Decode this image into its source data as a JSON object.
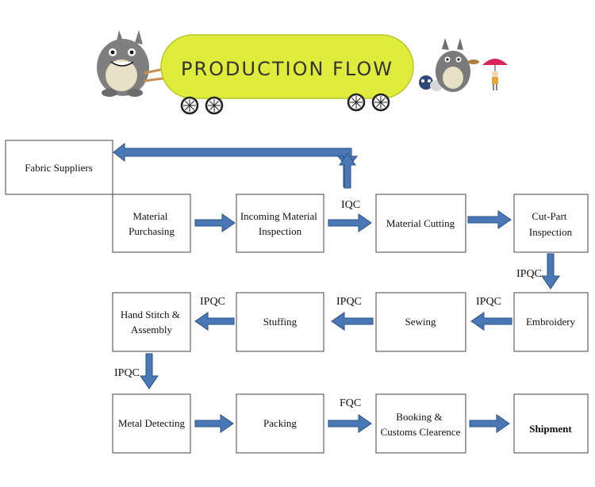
{
  "header": {
    "title": "PRODUCTION FLOW"
  },
  "colors": {
    "banner": "#e0ec3c",
    "arrow_fill": "#4a78b6",
    "arrow_stroke": "#2a5284",
    "box_border": "#444444"
  },
  "flow": {
    "boxes": {
      "fabric": [
        "Fabric Suppliers"
      ],
      "purchasing": [
        "Material",
        "Purchasing"
      ],
      "incoming": [
        "Incoming Material",
        "Inspection"
      ],
      "cutting": [
        "Material Cutting"
      ],
      "cutpart": [
        "Cut-Part",
        "Inspection"
      ],
      "embroidery": [
        "Embroidery"
      ],
      "sewing": [
        "Sewing"
      ],
      "stuffing": [
        "Stuffing"
      ],
      "handstitch": [
        "Hand Stitch &",
        "Assembly"
      ],
      "metal": [
        "Metal Detecting"
      ],
      "packing": [
        "Packing"
      ],
      "booking": [
        "Booking &",
        "Customs Clearence"
      ],
      "shipment": [
        "Shipment"
      ]
    },
    "labels": {
      "iqc": "IQC",
      "ipqc_cutpart": "IPQC",
      "ipqc_embroidery": "IPQC",
      "ipqc_sewing": "IPQC",
      "ipqc_stuffing": "IPQC",
      "ipqc_handstitch": "IPQC",
      "fqc": "FQC"
    }
  }
}
